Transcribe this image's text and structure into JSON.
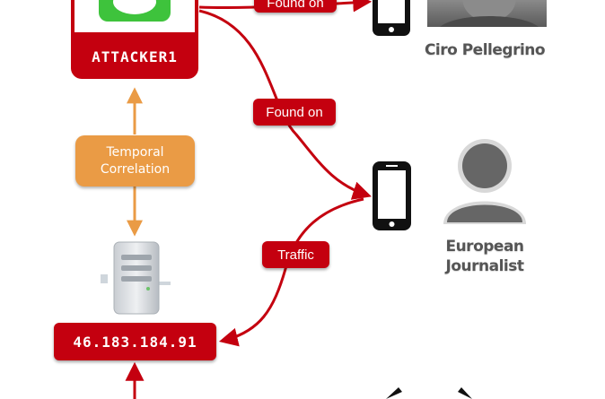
{
  "diagram": {
    "attacker_label": "ATTACKER1",
    "ip_label": "46.183.184.91",
    "temporal_correlation": "Temporal\nCorrelation",
    "found_on_top": "Found on",
    "found_on_middle": "Found on",
    "traffic_label": "Traffic",
    "person_top_name": "Ciro Pellegrino",
    "person_bottom_name": "European\nJournalist"
  },
  "colors": {
    "red": "#c4000f",
    "orange": "#ea9b45",
    "gray": "#555555",
    "green_app": "#3ec33c"
  },
  "icons": {
    "attacker_app": "messages-app-icon",
    "phone_top": "smartphone-icon",
    "phone_middle": "smartphone-icon",
    "server": "server-icon",
    "person_top": "photo-portrait",
    "person_bottom": "person-silhouette-icon",
    "bottom_logo": "partial-logo-icon"
  }
}
